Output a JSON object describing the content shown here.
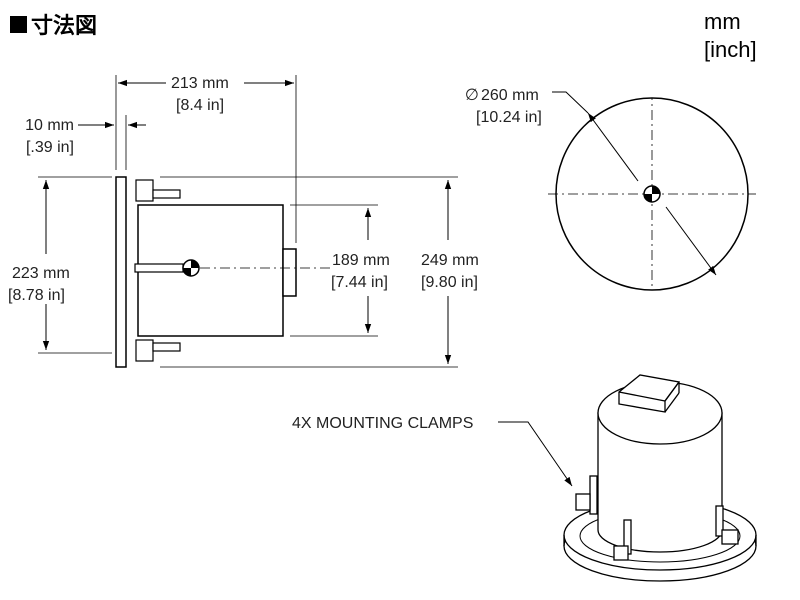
{
  "title": "寸法図",
  "units": {
    "primary": "mm",
    "secondary": "[inch]"
  },
  "dimensions": {
    "depth": {
      "mm": "213 mm",
      "in": "[8.4 in]"
    },
    "flange": {
      "mm": "10 mm",
      "in": "[.39 in]"
    },
    "height": {
      "mm": "223 mm",
      "in": "[8.78 in]"
    },
    "can": {
      "mm": "189 mm",
      "in": "[7.44 in]"
    },
    "overall": {
      "mm": "249 mm",
      "in": "[9.80 in]"
    },
    "diameter": {
      "symbol": "∅",
      "mm": "260 mm",
      "in": "[10.24 in]"
    }
  },
  "callout": {
    "clamps": "4X MOUNTING CLAMPS"
  },
  "colors": {
    "line": "#000000",
    "label": "#222222"
  }
}
